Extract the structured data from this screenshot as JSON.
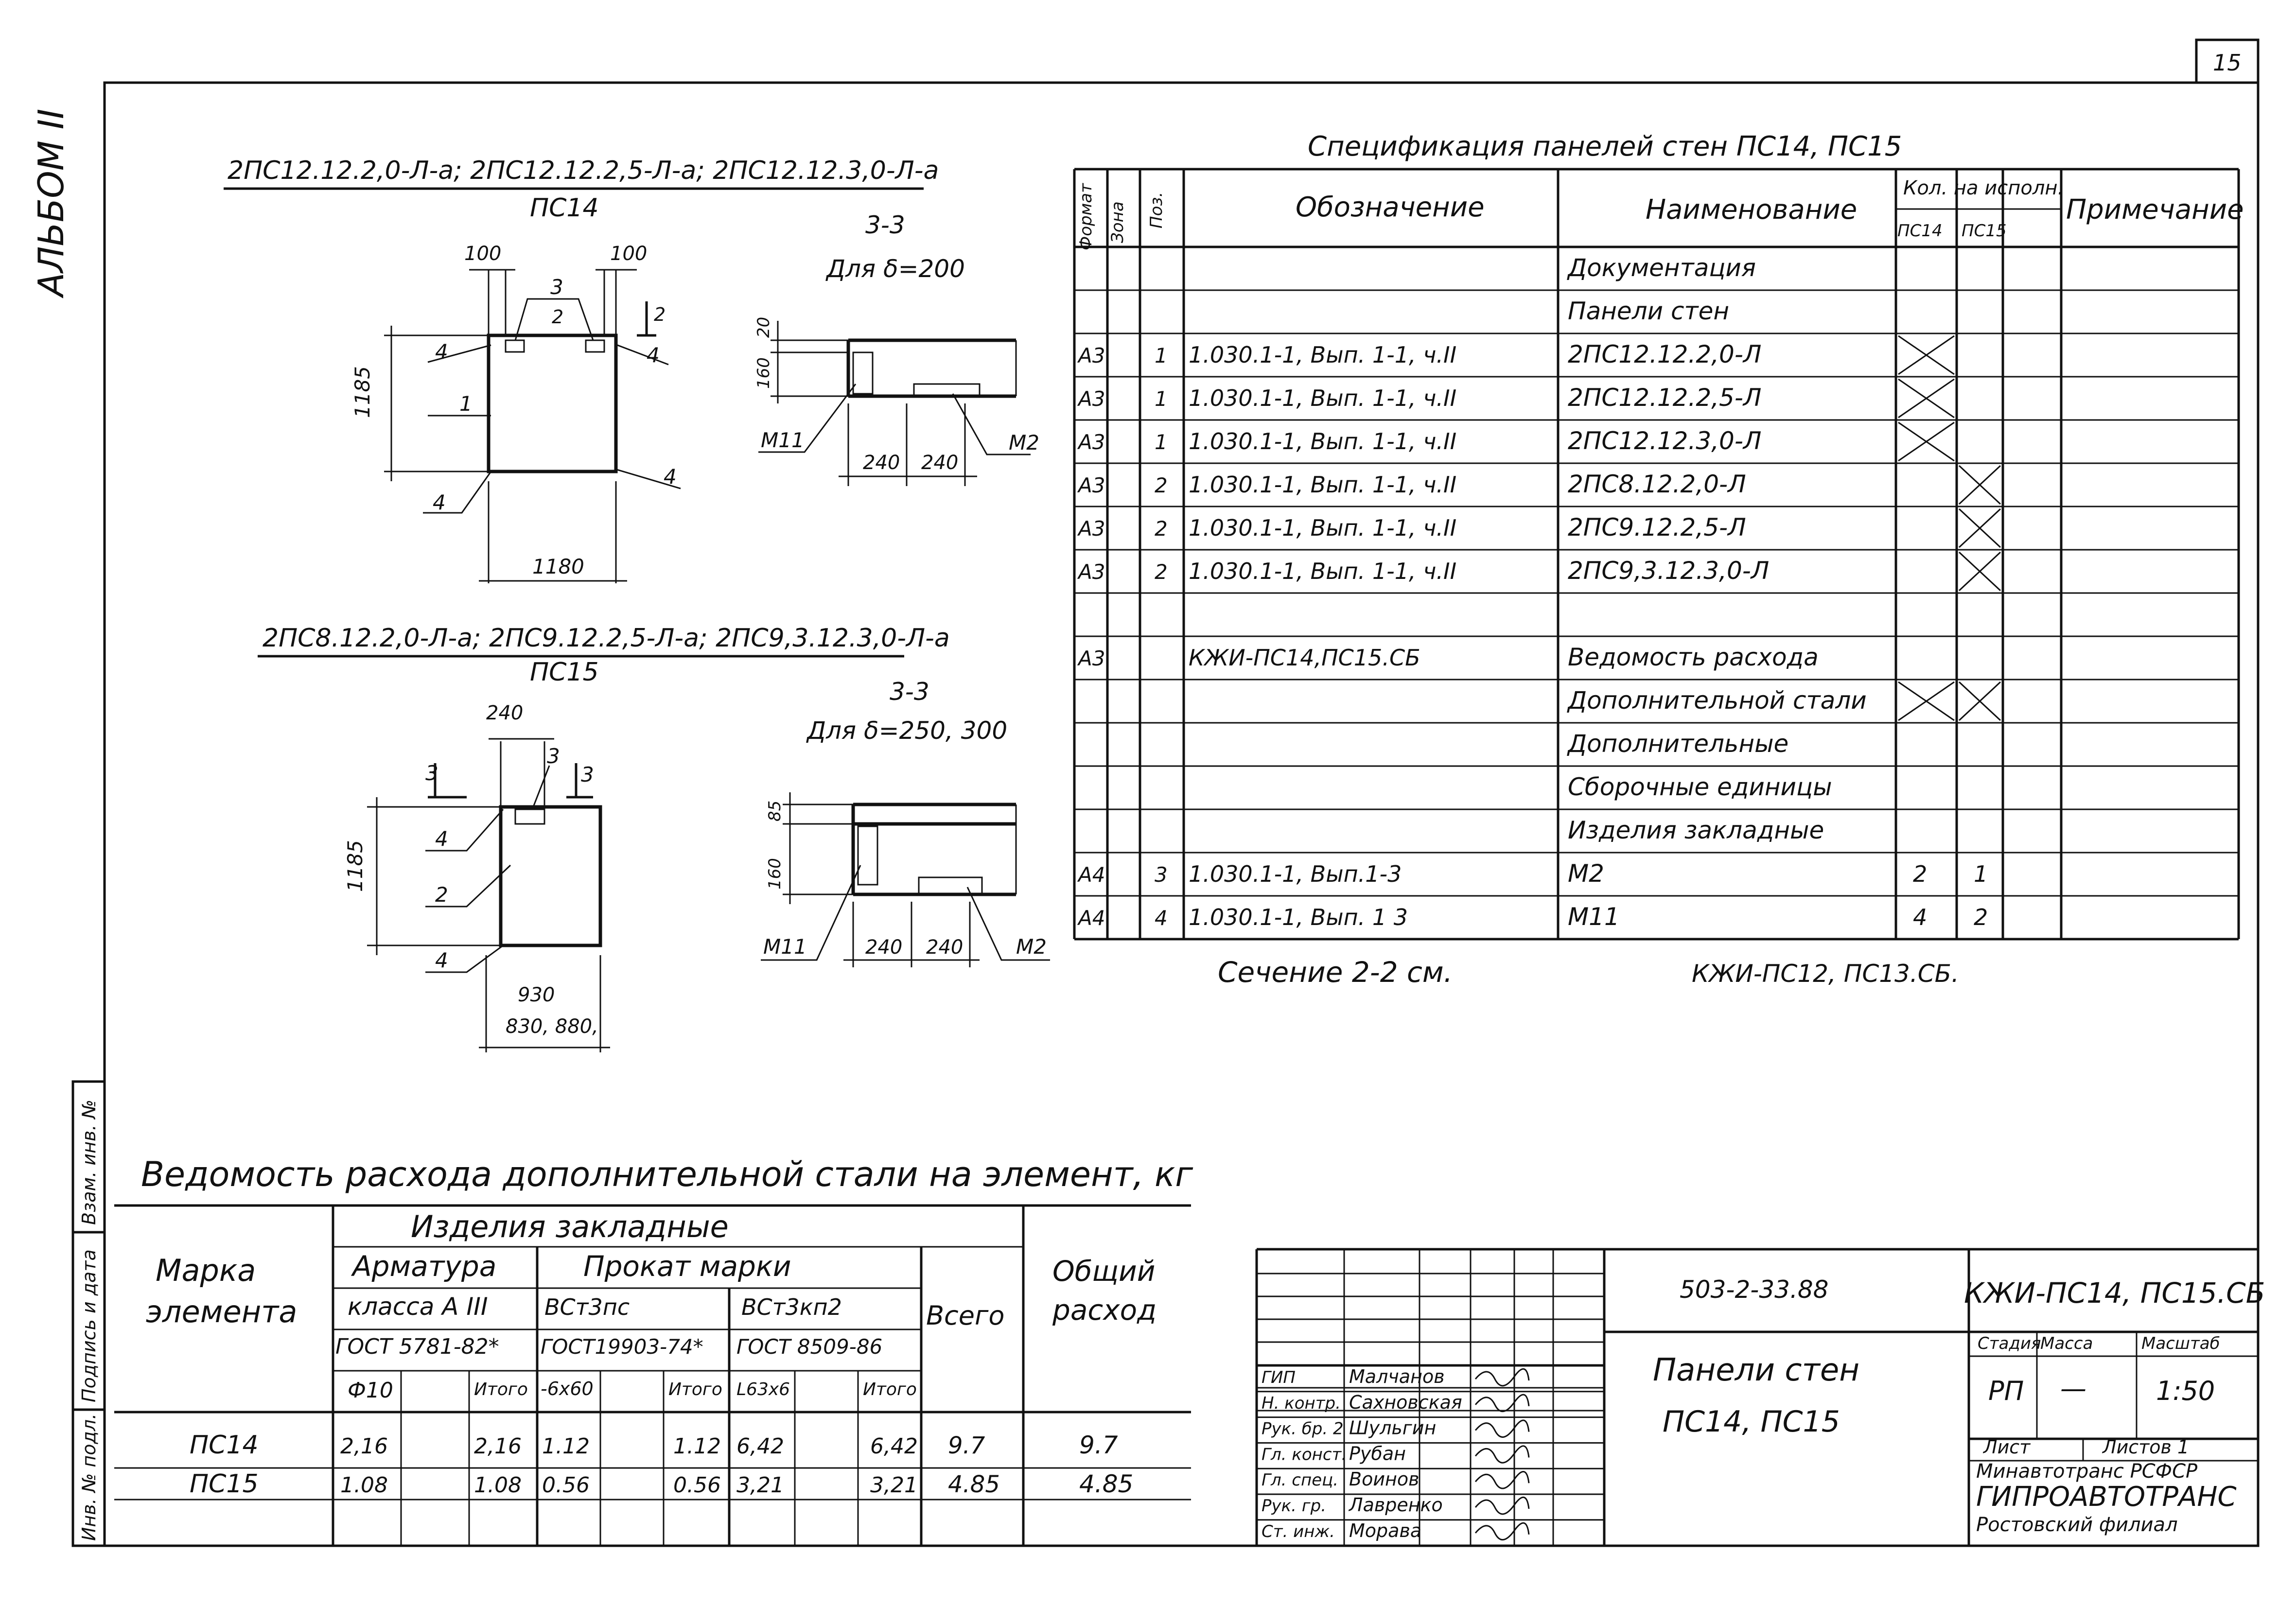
{
  "sheet_number": "15",
  "album_label": "АЛЬБОМ II",
  "side_stamp": [
    "Инв. № подл.",
    "Подпись и дата",
    "Взам. инв. №"
  ],
  "pc14": {
    "marks": "2ПС12.12.2,0-Л-а; 2ПС12.12.2,5-Л-а; 2ПС12.12.3,0-Л-а",
    "name": "ПС14",
    "dims": {
      "top_left": "100",
      "top_right": "100",
      "height": "1185",
      "width": "1180"
    },
    "labels": {
      "p1": "1",
      "p3": "3",
      "p4a": "4",
      "p4b": "4",
      "p4c": "4",
      "p4d": "4",
      "sec2a": "2",
      "sec2b": "2"
    },
    "section_title": "3-3",
    "section_sub": "Для δ=200",
    "section_dims": {
      "h1": "20",
      "h2": "160",
      "w1": "240",
      "w2": "240"
    },
    "section_labels": {
      "m11": "М11",
      "m2": "М2"
    }
  },
  "pc15": {
    "marks": "2ПС8.12.2,0-Л-а; 2ПС9.12.2,5-Л-а; 2ПС9,3.12.3,0-Л-а",
    "name": "ПС15",
    "dims": {
      "top": "240",
      "height": "1185",
      "width": "930",
      "width2": "830, 880,"
    },
    "labels": {
      "p2": "2",
      "p3a": "3",
      "p3b": "3",
      "p3c": "3",
      "p4a": "4",
      "p4b": "4"
    },
    "section_title": "3-3",
    "section_sub": "Для δ=250, 300",
    "section_dims": {
      "h1": "85",
      "h2": "160",
      "w1": "240",
      "w2": "240"
    },
    "section_labels": {
      "m11": "М11",
      "m2": "М2"
    }
  },
  "spec": {
    "title": "Спецификация панелей стен ПС14, ПС15",
    "headers": {
      "format": "Формат",
      "zone": "Зона",
      "pos": "Поз.",
      "designation": "Обозначение",
      "name": "Наименование",
      "qty": "Кол. на исполн.",
      "pc14": "ПС14",
      "pc15": "ПС15",
      "note": "Примечание"
    },
    "rows": [
      {
        "format": "",
        "zone": "",
        "pos": "",
        "designation": "",
        "name": "Документация",
        "q14": "",
        "q15": "",
        "note": ""
      },
      {
        "format": "",
        "zone": "",
        "pos": "",
        "designation": "",
        "name": "Панели стен",
        "q14": "",
        "q15": "",
        "note": ""
      },
      {
        "format": "А3",
        "zone": "",
        "pos": "1",
        "designation": "1.030.1-1, Вып. 1-1, ч.II",
        "name": "2ПС12.12.2,0-Л",
        "q14": "X",
        "q15": "",
        "note": ""
      },
      {
        "format": "А3",
        "zone": "",
        "pos": "1",
        "designation": "1.030.1-1, Вып. 1-1, ч.II",
        "name": "2ПС12.12.2,5-Л",
        "q14": "X",
        "q15": "",
        "note": ""
      },
      {
        "format": "А3",
        "zone": "",
        "pos": "1",
        "designation": "1.030.1-1, Вып. 1-1, ч.II",
        "name": "2ПС12.12.3,0-Л",
        "q14": "X",
        "q15": "",
        "note": ""
      },
      {
        "format": "А3",
        "zone": "",
        "pos": "2",
        "designation": "1.030.1-1, Вып. 1-1, ч.II",
        "name": "2ПС8.12.2,0-Л",
        "q14": "",
        "q15": "X",
        "note": ""
      },
      {
        "format": "А3",
        "zone": "",
        "pos": "2",
        "designation": "1.030.1-1, Вып. 1-1, ч.II",
        "name": "2ПС9.12.2,5-Л",
        "q14": "",
        "q15": "X",
        "note": ""
      },
      {
        "format": "А3",
        "zone": "",
        "pos": "2",
        "designation": "1.030.1-1, Вып. 1-1, ч.II",
        "name": "2ПС9,3.12.3,0-Л",
        "q14": "",
        "q15": "X",
        "note": ""
      },
      {
        "format": "",
        "zone": "",
        "pos": "",
        "designation": "",
        "name": "",
        "q14": "",
        "q15": "",
        "note": ""
      },
      {
        "format": "А3",
        "zone": "",
        "pos": "",
        "designation": "КЖИ-ПС14,ПС15.СБ",
        "name": "Ведомость расхода",
        "q14": "",
        "q15": "",
        "note": ""
      },
      {
        "format": "",
        "zone": "",
        "pos": "",
        "designation": "",
        "name": "Дополнительной стали",
        "q14": "X",
        "q15": "X",
        "note": ""
      },
      {
        "format": "",
        "zone": "",
        "pos": "",
        "designation": "",
        "name": "Дополнительные",
        "q14": "",
        "q15": "",
        "note": ""
      },
      {
        "format": "",
        "zone": "",
        "pos": "",
        "designation": "",
        "name": "Сборочные единицы",
        "q14": "",
        "q15": "",
        "note": ""
      },
      {
        "format": "",
        "zone": "",
        "pos": "",
        "designation": "",
        "name": "Изделия закладные",
        "q14": "",
        "q15": "",
        "note": ""
      },
      {
        "format": "А4",
        "zone": "",
        "pos": "3",
        "designation": "1.030.1-1, Вып.1-3",
        "name": "М2",
        "q14": "2",
        "q15": "1",
        "note": ""
      },
      {
        "format": "А4",
        "zone": "",
        "pos": "4",
        "designation": "1.030.1-1, Вып. 1 3",
        "name": "М11",
        "q14": "4",
        "q15": "2",
        "note": ""
      }
    ],
    "footnote_left": "Сечение 2-2 см.",
    "footnote_right": "КЖИ-ПС12, ПС13.СБ."
  },
  "steel": {
    "title": "Ведомость расхода дополнительной стали на элемент, кг",
    "headers": {
      "mark": "Марка элемента",
      "embedded": "Изделия закладные",
      "armature": "Арматура",
      "armature_class": "класса А III",
      "armature_gost": "ГОСТ 5781-82*",
      "rolled": "Прокат марки",
      "bst3ps": "ВСт3пс",
      "bst3ps_gost": "ГОСТ19903-74*",
      "bst3kp2": "ВСт3кп2",
      "bst3kp2_gost": "ГОСТ 8509-86",
      "total": "Всего",
      "general": "Общий расход",
      "d10": "Ф10",
      "itogo1": "Итого",
      "s6x60": "-6х60",
      "itogo2": "Итого",
      "l63": "L63х6",
      "itogo3": "Итого"
    },
    "rows": [
      {
        "mark": "ПС14",
        "d10": "2,16",
        "itogo1": "2,16",
        "s6x60": "1.12",
        "itogo2": "1.12",
        "l63": "6,42",
        "itogo3": "6,42",
        "total": "9.7",
        "general": "9.7"
      },
      {
        "mark": "ПС15",
        "d10": "1.08",
        "itogo1": "1.08",
        "s6x60": "0.56",
        "itogo2": "0.56",
        "l63": "3,21",
        "itogo3": "3,21",
        "total": "4.85",
        "general": "4.85"
      }
    ]
  },
  "title_block": {
    "code": "503-2-33.88",
    "doc": "КЖИ-ПС14, ПС15.СБ",
    "title1": "Панели стен",
    "title2": "ПС14, ПС15",
    "stage_h": "Стадия",
    "mass_h": "Масса",
    "scale_h": "Масштаб",
    "stage": "РП",
    "mass": "—",
    "scale": "1:50",
    "sheet_h": "Лист",
    "sheets_h": "Листов 1",
    "org1": "Минавтотранс РСФСР",
    "org2": "ГИПРОАВТОТРАНС",
    "org3": "Ростовский филиал",
    "people": [
      {
        "role": "ГИП",
        "name": "Малчанов"
      },
      {
        "role": "Н. контр.",
        "name": "Сахновская"
      },
      {
        "role": "Рук. бр. 2",
        "name": "Шульгин"
      },
      {
        "role": "Гл. конст.",
        "name": "Рубан"
      },
      {
        "role": "Гл. спец.",
        "name": "Воинов"
      },
      {
        "role": "Рук. гр.",
        "name": "Лавренко"
      },
      {
        "role": "Ст. инж.",
        "name": "Морава"
      }
    ]
  }
}
